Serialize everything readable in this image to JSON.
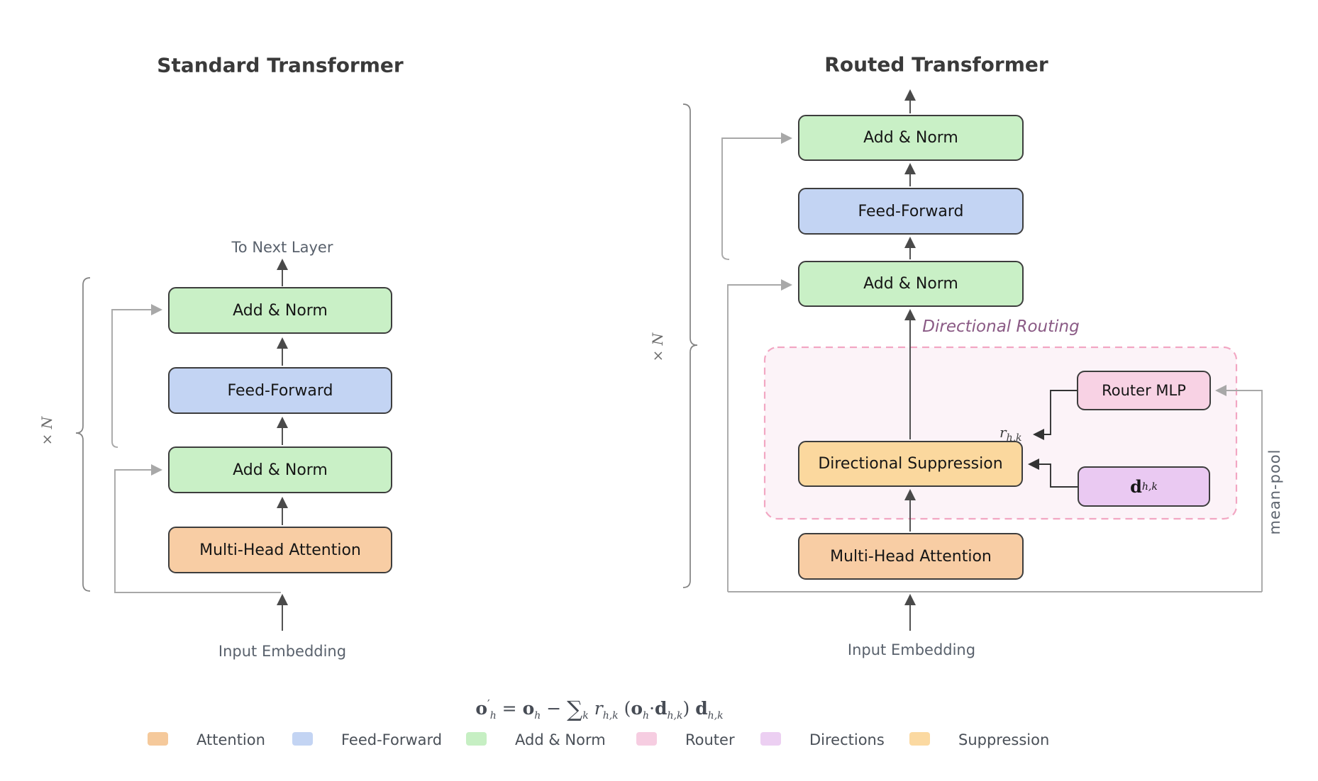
{
  "left": {
    "title": "Standard Transformer",
    "top_label": "To Next Layer",
    "bottom_label": "Input Embedding",
    "loop_label": "× N",
    "boxes": {
      "add_norm_1": "Add & Norm",
      "feed_forward": "Feed-Forward",
      "add_norm_2": "Add & Norm",
      "attention": "Multi-Head Attention"
    }
  },
  "right": {
    "title": "Routed Transformer",
    "bottom_label": "Input Embedding",
    "loop_label": "× N",
    "routing_label": "Directional Routing",
    "mean_pool_label": "mean-pool",
    "boxes": {
      "add_norm_1": "Add & Norm",
      "feed_forward": "Feed-Forward",
      "add_norm_2": "Add & Norm",
      "suppression": "Directional Suppression",
      "router": "Router MLP",
      "attention": "Multi-Head Attention",
      "directions_base": "d",
      "directions_sub": "h,k"
    },
    "r_label": {
      "base": "r",
      "sub": "h,k"
    }
  },
  "formula": {
    "parts": {
      "o1_base": "o",
      "o1_sup": "′",
      "o1_sub": "h",
      "equals": "=",
      "o2_base": "o",
      "o2_sub": "h",
      "minus": "−",
      "sum": "∑",
      "sum_sub": "k",
      "r_base": "r",
      "r_sub": "h,k",
      "open_paren": "(",
      "o3_base": "o",
      "o3_sub": "h",
      "dot": "·",
      "d1_base": "d",
      "d1_sub": "h,k",
      "close_paren": ")",
      "d2_base": "d",
      "d2_sub": "h,k"
    }
  },
  "legend": {
    "items": [
      {
        "label": "Attention",
        "color": "#f5c99b"
      },
      {
        "label": "Feed-Forward",
        "color": "#c3d4f3"
      },
      {
        "label": "Add & Norm",
        "color": "#c6efc3"
      },
      {
        "label": "Router",
        "color": "#f6cde1"
      },
      {
        "label": "Directions",
        "color": "#eccff2"
      },
      {
        "label": "Suppression",
        "color": "#fbd9a1"
      }
    ]
  },
  "palette": {
    "add_norm_fill": "#c9f0c6",
    "feed_forward_fill": "#c3d4f3",
    "attention_fill": "#f8cda4",
    "suppression_fill": "#fbd89e",
    "router_fill": "#f8d2e4",
    "directions_fill": "#eac9f2",
    "routing_region_fill": "#fcf3f8",
    "routing_region_border": "#f2a7c3",
    "box_border": "#3d3d3d",
    "arrow_dark": "#4a4a4a",
    "wire_gray": "#a8a8a8",
    "elbow_dark": "#333333",
    "brace_gray": "#828282"
  }
}
